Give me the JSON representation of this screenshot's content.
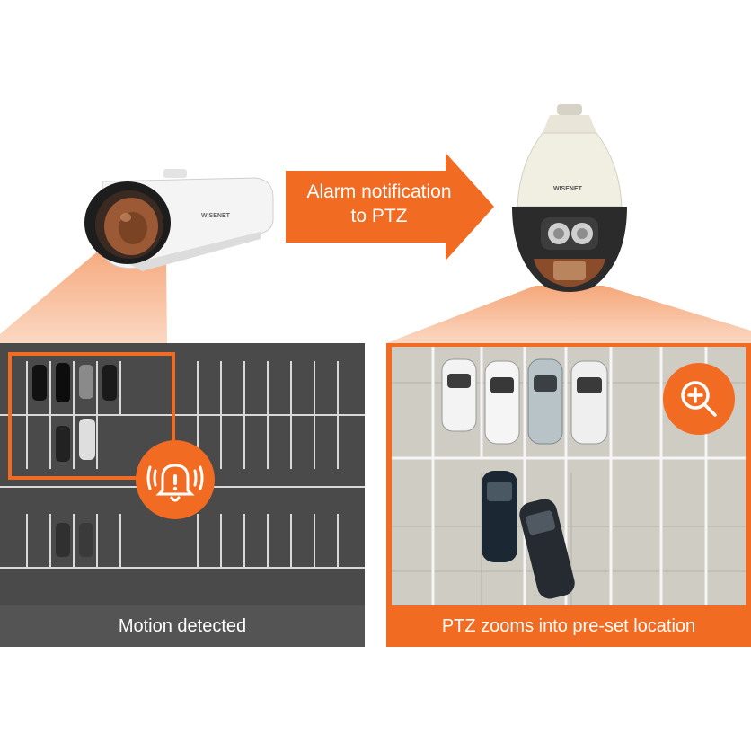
{
  "arrow": {
    "line1": "Alarm notification",
    "line2": "to PTZ"
  },
  "left_panel": {
    "caption": "Motion detected"
  },
  "right_panel": {
    "caption": "PTZ zooms into pre-set location"
  },
  "cameras": {
    "bullet_brand": "WISENET",
    "ptz_brand": "WISENET"
  },
  "icons": {
    "alarm": "alarm-bell-icon",
    "zoom": "zoom-in-icon"
  },
  "colors": {
    "accent": "#f16b23",
    "accent_light": "#f7b58e",
    "dark_bar": "#545454"
  }
}
